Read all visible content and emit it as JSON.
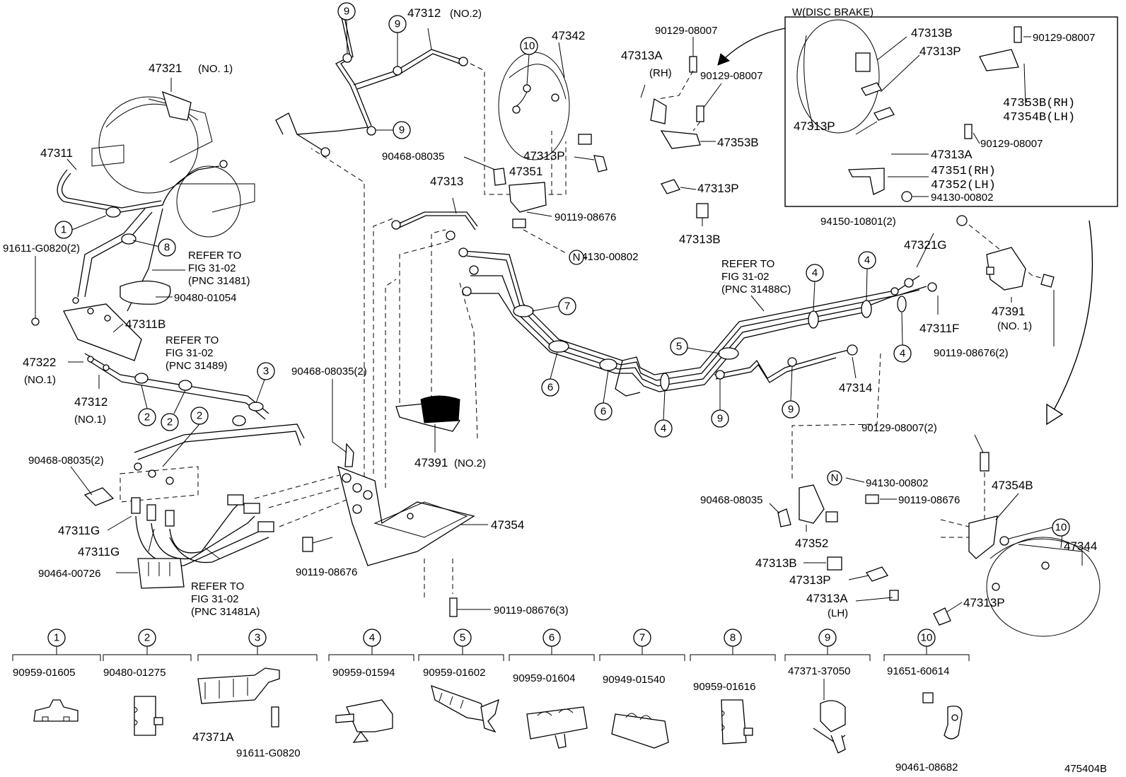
{
  "diagram_id": "475404B",
  "inset": {
    "title": "W(DISC BRAKE)",
    "labels": {
      "p47313B": "47313B",
      "p47313P_a": "47313P",
      "p47313P_b": "47313P",
      "p90129_a": "90129-08007",
      "p90129_b": "90129-08007",
      "p47353B": "47353B(RH)",
      "p47354B": "47354B(LH)",
      "p47313A": "47313A",
      "p47351": "47351(RH)",
      "p47352": "47352(LH)",
      "p94130": "94130-00802"
    }
  },
  "labels": {
    "p47321_1": "47321",
    "p47321_1_note": "(NO. 1)",
    "p47311": "47311",
    "p91611": "91611-G0820(2)",
    "refer_31481": [
      "REFER TO",
      "FIG 31-02",
      "(PNC 31481)"
    ],
    "p90480_01054": "90480-01054",
    "p47311B": "47311B",
    "refer_31489": [
      "REFER TO",
      "FIG 31-02",
      "(PNC 31489)"
    ],
    "p47322": "47322",
    "p47322_note": "(NO.1)",
    "p47312_1": "47312",
    "p47312_1_note": "(NO.1)",
    "p90468_2a": "90468-08035(2)",
    "p47311G_a": "47311G",
    "p47311G_b": "47311G",
    "p90464": "90464-00726",
    "refer_31481A": [
      "REFER TO",
      "FIG 31-02",
      "(PNC 31481A)"
    ],
    "p90119_mid": "90119-08676",
    "p90468_2b": "90468-08035(2)",
    "p47354": "47354",
    "p90119_3": "90119-08676(3)",
    "p47312_2": "47312",
    "p47312_2_note": "(NO.2)",
    "p47342": "47342",
    "p90468_top": "90468-08035",
    "p47313": "47313",
    "p47313P_top": "47313P",
    "p47351": "47351",
    "p90119_top": "90119-08676",
    "p94130_top": "94130-00802",
    "p90129_top1": "90129-08007",
    "p90129_top2": "90129-08007",
    "p47313A_rh": "47313A",
    "p47313A_rh_note": "(RH)",
    "p47353B": "47353B",
    "p47313P_mid": "47313P",
    "p47313B_mid": "47313B",
    "p47391_2": "47391",
    "p47391_2_note": "(NO.2)",
    "refer_31488C": [
      "REFER TO",
      "FIG 31-02",
      "(PNC 31488C)"
    ],
    "p94150": "94150-10801(2)",
    "p47321G": "47321G",
    "p47311F": "47311F",
    "p47391_1": "47391",
    "p47391_1_note": "(NO. 1)",
    "p90119_2": "90119-08676(2)",
    "p47314": "47314",
    "p90129_2": "90129-08007(2)",
    "p94130_r": "94130-00802",
    "p90119_r": "90119-08676",
    "p90468_r": "90468-08035",
    "p47354B_r": "47354B",
    "p47352_r": "47352",
    "p47313B_r": "47313B",
    "p47313P_r1": "47313P",
    "p47313A_lh": "47313A",
    "p47313A_lh_note": "(LH)",
    "p47313P_r2": "47313P",
    "p47344": "47344",
    "n_mark": "N"
  },
  "legend": [
    {
      "n": "1",
      "part": "90959-01605"
    },
    {
      "n": "2",
      "part": "90480-01275"
    },
    {
      "n": "3",
      "part": "",
      "sub1": "47371A",
      "sub2": "91611-G0820"
    },
    {
      "n": "4",
      "part": "90959-01594"
    },
    {
      "n": "5",
      "part": "90959-01602"
    },
    {
      "n": "6",
      "part": "90959-01604"
    },
    {
      "n": "7",
      "part": "90949-01540"
    },
    {
      "n": "8",
      "part": "90959-01616"
    },
    {
      "n": "9",
      "part": "47371-37050"
    },
    {
      "n": "10",
      "part": "91651-60614",
      "sub1": "90461-08682"
    }
  ],
  "callouts": {
    "c1": "1",
    "c2a": "2",
    "c2b": "2",
    "c2c": "2",
    "c3": "3",
    "c4a": "4",
    "c4b": "4",
    "c4c": "4",
    "c4d": "4",
    "c5": "5",
    "c6a": "6",
    "c6b": "6",
    "c7": "7",
    "c8": "8",
    "c9a": "9",
    "c9b": "9",
    "c9c": "9",
    "c9d": "9",
    "c9e": "9",
    "c10a": "10",
    "c10b": "10"
  }
}
